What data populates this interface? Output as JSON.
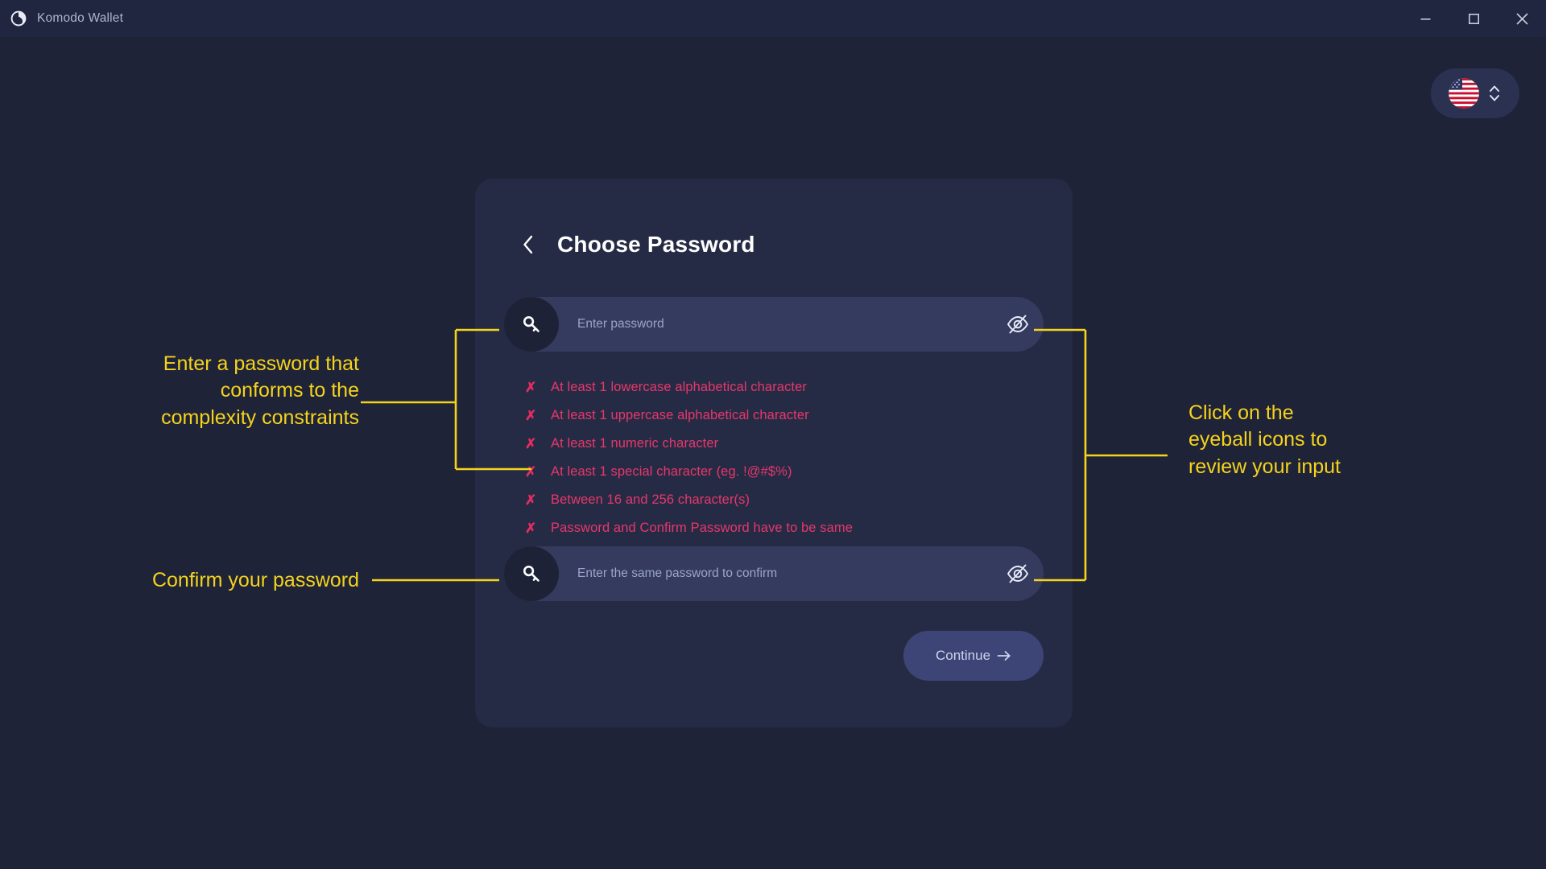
{
  "window": {
    "title": "Komodo Wallet",
    "app_icon": "komodo-logo-icon",
    "controls": {
      "minimize": "minimize-icon",
      "maximize": "maximize-icon",
      "close": "close-icon"
    }
  },
  "language_selector": {
    "flag": "us-flag-icon",
    "chevron": "chevron-up-down-icon"
  },
  "card": {
    "back_icon": "chevron-left-icon",
    "title": "Choose Password",
    "password_field": {
      "icon": "key-icon",
      "placeholder": "Enter password",
      "value": "",
      "toggle_icon": "eye-off-icon"
    },
    "confirm_field": {
      "icon": "key-icon",
      "placeholder": "Enter the same password to confirm",
      "value": "",
      "toggle_icon": "eye-off-icon"
    },
    "rules": [
      {
        "mark": "✗",
        "text": "At least 1 lowercase alphabetical character",
        "satisfied": false
      },
      {
        "mark": "✗",
        "text": "At least 1 uppercase alphabetical character",
        "satisfied": false
      },
      {
        "mark": "✗",
        "text": "At least 1 numeric character",
        "satisfied": false
      },
      {
        "mark": "✗",
        "text": "At least 1 special character (eg. !@#$%)",
        "satisfied": false
      },
      {
        "mark": "✗",
        "text": "Between 16 and 256 character(s)",
        "satisfied": false
      },
      {
        "mark": "✗",
        "text": "Password and Confirm Password have to be same",
        "satisfied": false
      }
    ],
    "continue": {
      "label": "Continue",
      "arrow_icon": "arrow-right-icon"
    }
  },
  "annotations": {
    "complexity": "Enter a password that\nconforms to the\ncomplexity constraints",
    "eyeball": "Click on the\neyeball icons to\nreview your input",
    "confirm": "Confirm your password"
  },
  "colors": {
    "page_background": "#1e2338",
    "titlebar_background": "#212640",
    "card_background": "#262b45",
    "field_background": "#343b5e",
    "key_badge_background": "#1d2236",
    "rule_error": "#e6376a",
    "annotation": "#f5d31c",
    "continue_button": "#3d4576"
  }
}
